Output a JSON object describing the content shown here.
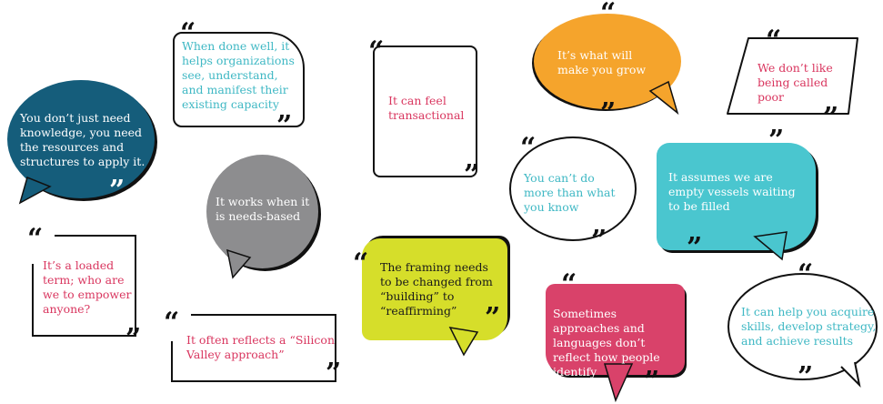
{
  "colors": {
    "teal": "#3fb8c4",
    "pink": "#d9365f",
    "dark_teal": "#155d7b",
    "orange": "#f5a42c",
    "gray": "#8d8d8f",
    "lime": "#d6de2a",
    "rose": "#d9426a",
    "ink": "#1a1a1a"
  },
  "quote_open": "“",
  "quote_close": "”",
  "bubbles": [
    {
      "text": "You don’t just need knowledge, you need the resources and structures to apply it."
    },
    {
      "text": "When done well, it helps organizations see, understand, and manifest their existing capacity"
    },
    {
      "text": "It can feel transactional"
    },
    {
      "text": "It’s what will make you grow"
    },
    {
      "text": "We don’t like being called poor"
    },
    {
      "text": "It works when it is needs-based"
    },
    {
      "text": "You can’t do more than what you know"
    },
    {
      "text": "It assumes we are empty vessels waiting to be filled"
    },
    {
      "text": "It’s a loaded term; who are we to empower anyone?"
    },
    {
      "text": "It often reflects a “Silicon Valley approach”"
    },
    {
      "text": "The framing needs to be changed from “building” to “reaffirming”"
    },
    {
      "text": "Sometimes approaches and languages don’t reflect how people identify"
    },
    {
      "text": "It can help you acquire skills, develop strategy, and achieve results"
    }
  ]
}
